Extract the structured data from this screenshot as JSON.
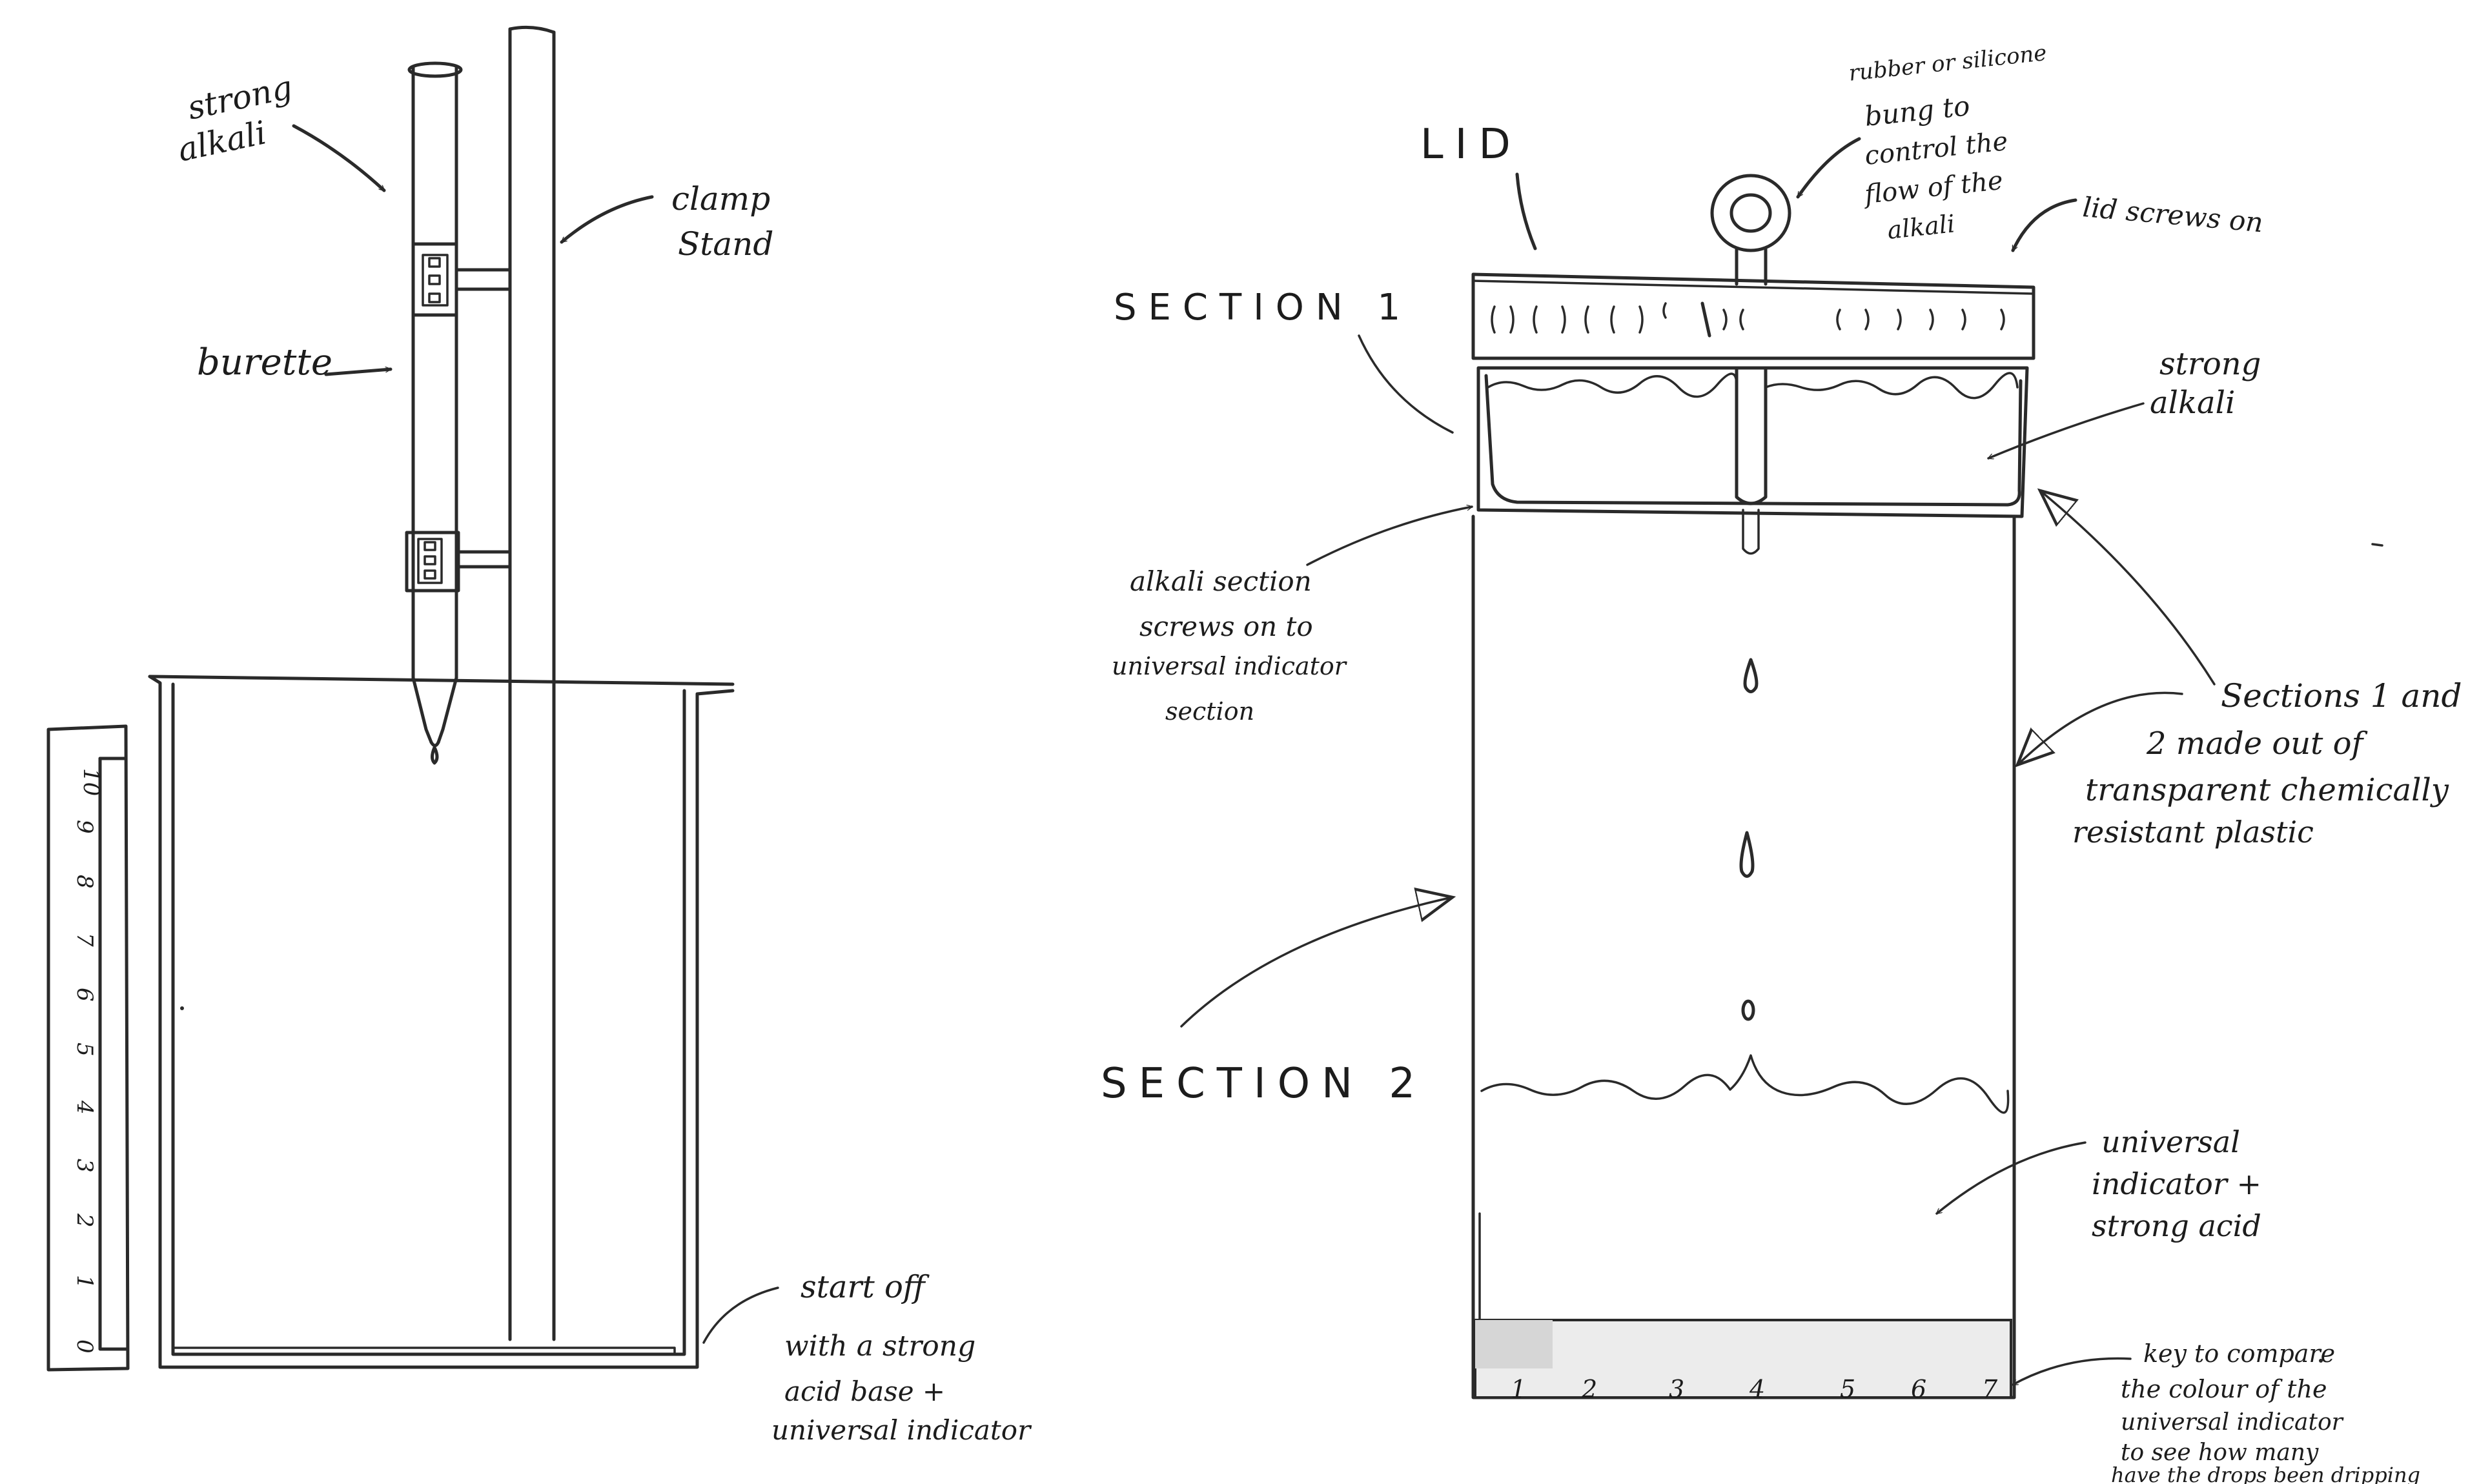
{
  "left_diagram": {
    "labels": {
      "strong_alkali": [
        "strong",
        "alkali"
      ],
      "clamp_stand": [
        "clamp",
        "Stand"
      ],
      "burette": "burette",
      "start_note": [
        "start off",
        "with a strong",
        "acid base +",
        "universal indicator"
      ]
    },
    "ruler_numbers": [
      "10",
      "9",
      "8",
      "7",
      "6",
      "5",
      "4",
      "3",
      "2",
      "1",
      "0"
    ]
  },
  "right_diagram": {
    "labels": {
      "lid": "LID",
      "bung_note": [
        "rubber or silicone",
        "bung to",
        "control the",
        "flow of the",
        "alkali"
      ],
      "lid_screws": "lid screws on",
      "section1": "SECTION 1",
      "strong_alkali": [
        "strong",
        "alkali"
      ],
      "alkali_section_note": [
        "alkali section",
        "screws on to",
        "universal indicator",
        "section"
      ],
      "sections_material_note": [
        "Sections 1 and",
        "2 made out of",
        "transparent chemically",
        "resistant plastic"
      ],
      "section2": "SECTION 2",
      "indicator_acid": [
        "universal",
        "indicator +",
        "strong acid"
      ],
      "key_note": [
        "key to compare",
        "the colour of the",
        "universal indicator",
        "to see how many",
        "have the drops been dripping"
      ]
    },
    "key_numbers": [
      "1",
      "2",
      "3",
      "4",
      "5",
      "6",
      "7"
    ]
  }
}
